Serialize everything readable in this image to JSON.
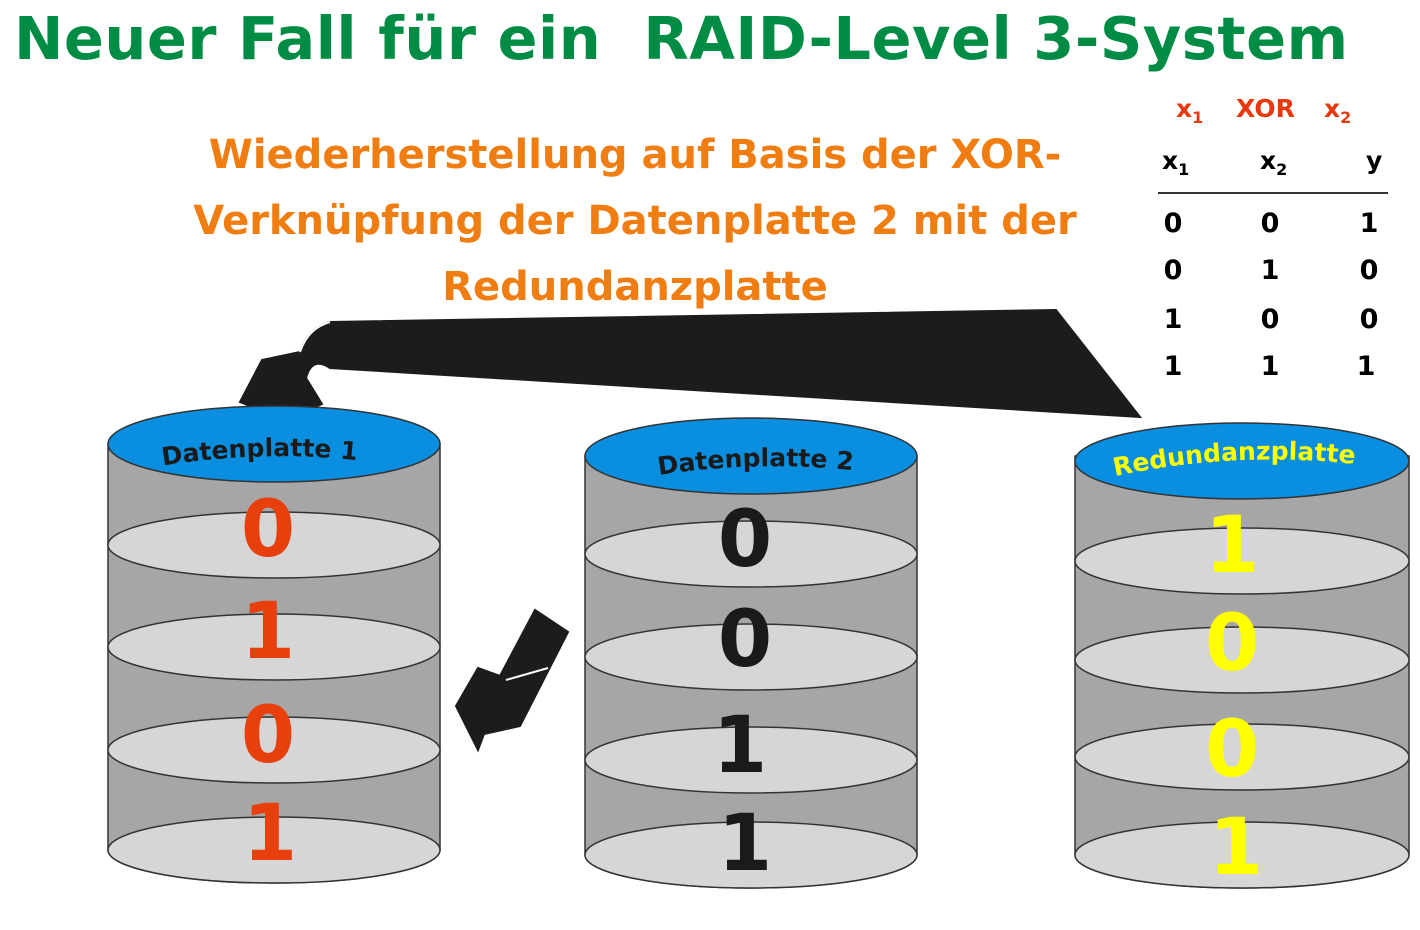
{
  "title": "Neuer Fall für ein  RAID-Level 3-System",
  "subtitle": {
    "line1": "Wiederherstellung auf Basis der XOR-",
    "line2": "Verknüpfung der Datenplatte 2 mit der",
    "line3": "Redundanzplatte"
  },
  "xor_table": {
    "heading": {
      "x1": "x",
      "x1_sub": "1",
      "op": "XOR",
      "x2": "x",
      "x2_sub": "2"
    },
    "columns": [
      {
        "label": "x",
        "sub": "1"
      },
      {
        "label": "x",
        "sub": "2"
      },
      {
        "label": "y",
        "sub": ""
      }
    ],
    "rows": [
      [
        "0",
        "0",
        "1"
      ],
      [
        "0",
        "1",
        "0"
      ],
      [
        "1",
        "0",
        "0"
      ],
      [
        "1",
        "1",
        "1"
      ]
    ]
  },
  "disks": [
    {
      "label": "Datenplatte 1",
      "bits": [
        "0",
        "1",
        "0",
        "1"
      ],
      "bit_color": "#e8400c",
      "label_color": "#1a1a1a"
    },
    {
      "label": "Datenplatte 2",
      "bits": [
        "0",
        "0",
        "1",
        "1"
      ],
      "bit_color": "#1a1a1a",
      "label_color": "#1a1a1a"
    },
    {
      "label": "Redundanzplatte",
      "bits": [
        "1",
        "0",
        "0",
        "1"
      ],
      "bit_color": "#ffff00",
      "label_color": "#ffff00"
    }
  ],
  "colors": {
    "title": "#008c45",
    "subtitle": "#f07d12",
    "xor_heading": "#e8380d",
    "disk_top": "#0a8ee0",
    "disk_body": "#a6a6a6",
    "disk_shelf": "#d6d6d6",
    "arrow": "#1c1c1c"
  }
}
